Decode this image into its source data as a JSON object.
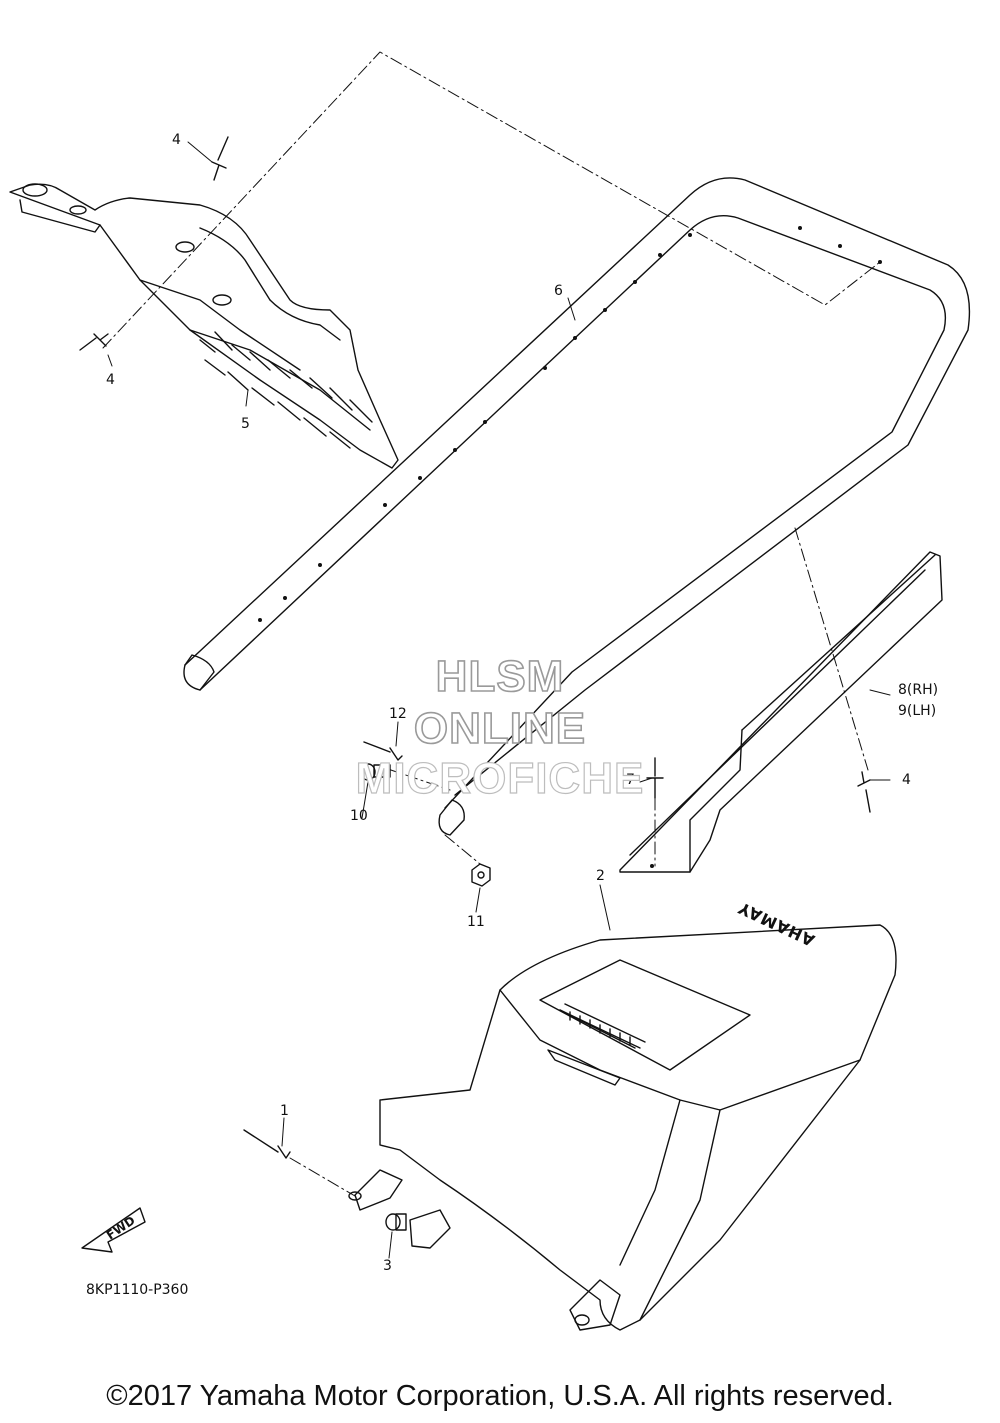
{
  "callouts": {
    "c1": "1",
    "c2": "2",
    "c3": "3",
    "c4a": "4",
    "c4b": "4",
    "c4c": "4",
    "c5": "5",
    "c6": "6",
    "c7": "7",
    "c8": "8(RH)",
    "c9": "9(LH)",
    "c10": "10",
    "c11": "11",
    "c12": "12"
  },
  "watermark": {
    "line1": "HLSM",
    "line2": "ONLINE",
    "line3": "MICROFICHE"
  },
  "fwd_label": "FWD",
  "brand_mark": "YAMAHA",
  "diagram_code": "8KP1110-P360",
  "copyright": "©2017 Yamaha Motor Corporation, U.S.A. All rights reserved."
}
